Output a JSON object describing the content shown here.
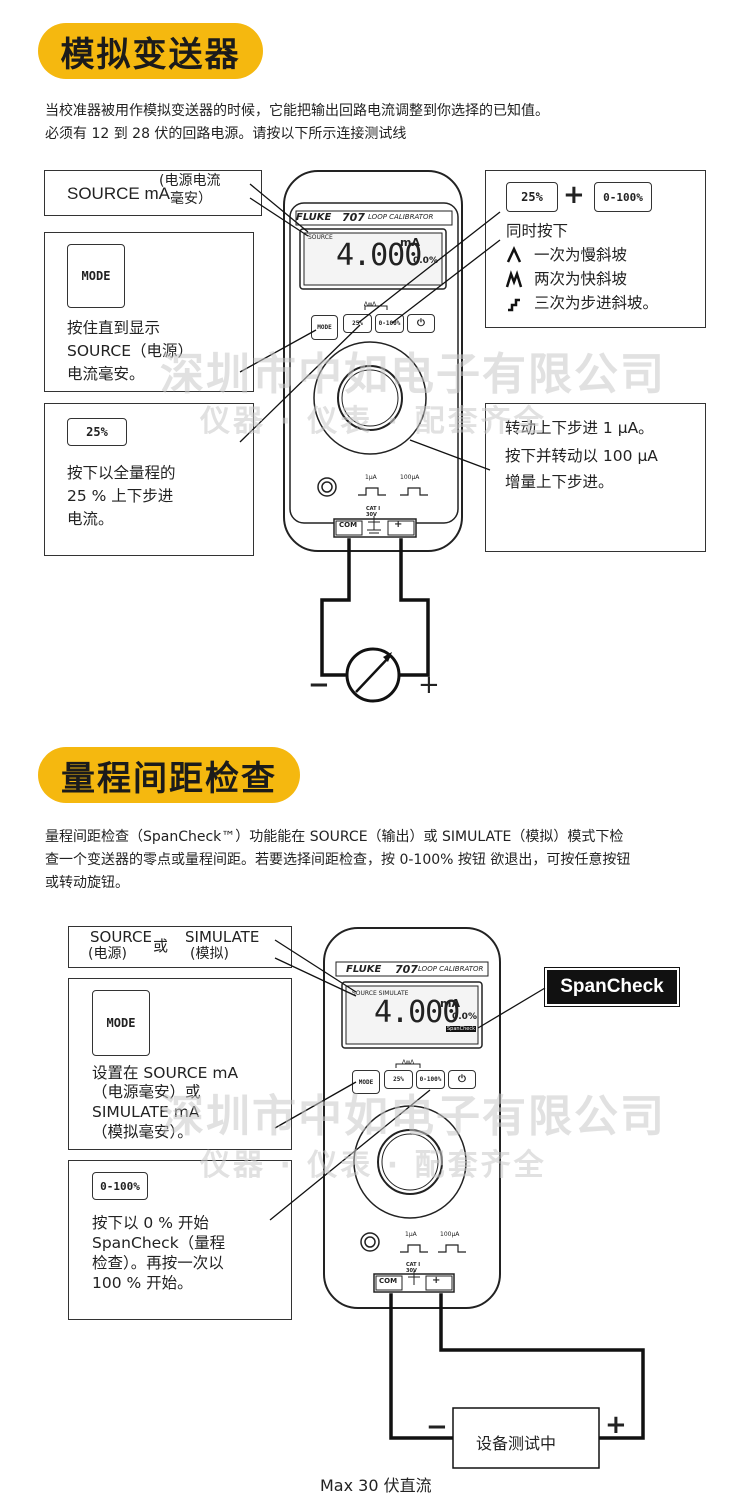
{
  "section1": {
    "title": "模拟变送器",
    "intro_line1": "当校准器被用作模拟变送器的时候，它能把输出回路电流调整到你选择的已知值。",
    "intro_line2": "必须有 12 到 28 伏的回路电源。请按以下所示连接测试线",
    "source_box": {
      "label": "SOURCE mA",
      "paren_line1": "(电源电流",
      "paren_line2": "毫安）"
    },
    "mode_box": {
      "button": "MODE",
      "line1": "按住直到显示",
      "line2": "SOURCE（电源）",
      "line3": "电流毫安。"
    },
    "p25_box": {
      "button": "25%",
      "line1": "按下以全量程的",
      "line2": "25 % 上下步进",
      "line3": "电流。"
    },
    "ramp_box": {
      "button_a": "25%",
      "plus": "+",
      "button_b": "0-100%",
      "line0": "同时按下",
      "line1": "一次为慢斜坡",
      "line2": "两次为快斜坡",
      "line3": "三次为步进斜坡。"
    },
    "knob_box": {
      "line1": "转动上下步进  1  μA。",
      "line2": "按下并转动以  100  μA",
      "line3": "增量上下步进。"
    },
    "meter": {
      "brand": "FLUKE",
      "model": "707",
      "subtitle": "LOOP CALIBRATOR",
      "mode_text": "SOURCE",
      "reading": "4.000",
      "unit": "mA",
      "percent": "0.0%",
      "btn_mode": "MODE",
      "btn_25": "25%",
      "btn_100": "0-100%",
      "btn_power": "⏻",
      "ua1": "1μA",
      "ua100": "100μA",
      "cat": "CAT I",
      "volt": "30V",
      "com": "COM",
      "plus": "+"
    },
    "minus": "−",
    "plus": "+"
  },
  "section2": {
    "title": "量程间距检查",
    "intro_line1": "量程间距检查（SpanCheck™）功能能在 SOURCE（输出）或 SIMULATE（模拟）模式下检",
    "intro_line2": "查一个变送器的零点或量程间距。若要选择间距检查，按 0-100% 按钮 欲退出，可按任意按钮",
    "intro_line3": "或转动旋钮。",
    "src_sim_box": {
      "source": "SOURCE",
      "source_cn": "(电源)",
      "or": "或",
      "simulate": "SIMULATE",
      "simulate_cn": "(模拟)"
    },
    "mode_box": {
      "button": "MODE",
      "line1": "设置在  SOURCE mA",
      "line2": "（电源毫安）或",
      "line3": "SIMULATE mA",
      "line4": "（模拟毫安）。"
    },
    "zero_box": {
      "button": "0-100%",
      "line1": "按下以  0 % 开始",
      "line2": "SpanCheck（量程",
      "line3": "检查）。再按一次以",
      "line4": "100 % 开始。"
    },
    "spancheck_label": "SpanCheck",
    "meter": {
      "brand": "FLUKE",
      "model": "707",
      "subtitle": "LOOP CALIBRATOR",
      "mode_text": "SOURCE SIMULATE",
      "reading": "4.000",
      "unit": "mA",
      "percent": "0.0%",
      "span_tag": "SpanCheck",
      "btn_mode": "MODE",
      "btn_25": "25%",
      "btn_100": "0-100%",
      "btn_power": "⏻",
      "ua1": "1μA",
      "ua100": "100μA",
      "cat": "CAT I",
      "volt": "30V",
      "com": "COM",
      "plus": "+"
    },
    "device": "设备测试中",
    "minus": "−",
    "plus": "+",
    "max_label": "Max 30 伏直流"
  },
  "watermark": {
    "line1": "深圳市中如电子有限公司",
    "line2": "仪器 · 仪表 · 配套齐全"
  },
  "colors": {
    "accent": "#f5b80f",
    "ink": "#222222"
  }
}
